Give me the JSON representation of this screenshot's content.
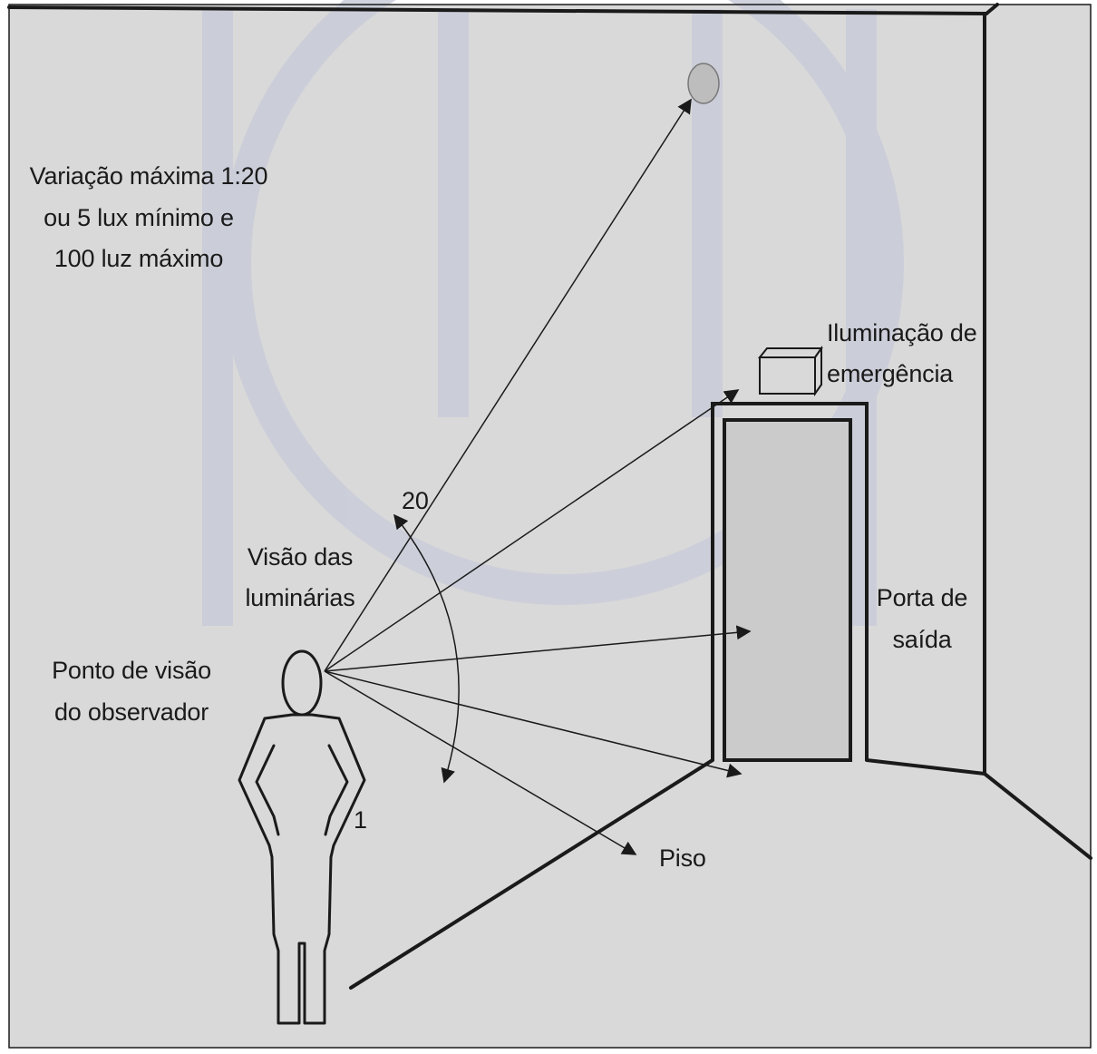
{
  "labels": {
    "variation_line1": "Variação máxima 1:20",
    "variation_line2": "ou 5 lux mínimo e",
    "variation_line3": "100 luz máximo",
    "emergency_line1": "Iluminação de",
    "emergency_line2": "emergência",
    "angle_value": "20",
    "view_line1": "Visão das",
    "view_line2": "luminárias",
    "observer_line1": "Ponto de visão",
    "observer_line2": "do observador",
    "door_line1": "Porta de",
    "door_line2": "saída",
    "marker_one": "1",
    "floor": "Piso"
  },
  "colors": {
    "background": "#d9d9d9",
    "door_panel": "#cbcbcb",
    "lamp": "#bdbdbd",
    "watermark": "#c9cdd9",
    "stroke": "#1a1a1a"
  }
}
